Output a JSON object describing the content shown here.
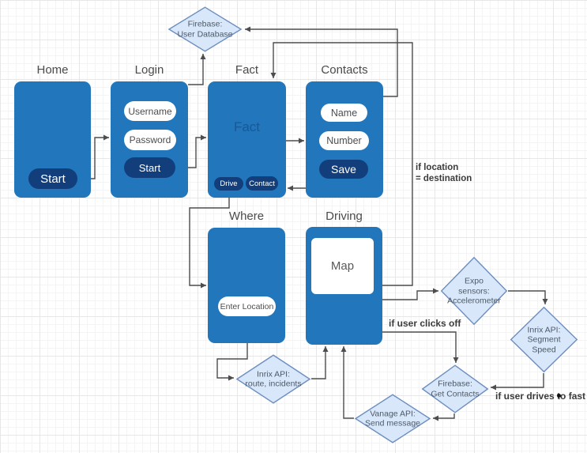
{
  "colors": {
    "screen_fill": "#2176BC",
    "button_dark_fill": "#123F7B",
    "field_fill": "#FFFFFF",
    "diamond_fill": "#D9E7FA",
    "diamond_stroke": "#6C8EBF",
    "connector": "#4D4D4D",
    "title_text": "#4B4B4B",
    "edge_label_text": "#3C3C3C"
  },
  "screens": {
    "home": {
      "title": "Home",
      "start_button": "Start"
    },
    "login": {
      "title": "Login",
      "username_field": "Username",
      "password_field": "Password",
      "start_button": "Start"
    },
    "fact": {
      "title": "Fact",
      "body_label": "Fact",
      "drive_button": "Drive",
      "contact_button": "Contact"
    },
    "contacts": {
      "title": "Contacts",
      "name_field": "Name",
      "number_field": "Number",
      "save_button": "Save"
    },
    "where": {
      "title": "Where",
      "enter_location_field": "Enter Location"
    },
    "driving": {
      "title": "Driving",
      "map_label": "Map"
    }
  },
  "diamonds": {
    "firebase_user_db": {
      "lines": [
        "Firebase:",
        "User Database"
      ]
    },
    "expo_sensors": {
      "lines": [
        "Expo",
        "sensors:",
        "Accelerometer"
      ]
    },
    "inrix_segment_speed": {
      "lines": [
        "Inrix API:",
        "Segment",
        "Speed"
      ]
    },
    "firebase_get_contacts": {
      "lines": [
        "Firebase:",
        "Get Contacts"
      ]
    },
    "vanage_send_message": {
      "lines": [
        "Vanage API:",
        "Send message"
      ]
    },
    "inrix_route_incidents": {
      "lines": [
        "Inrix API:",
        "route, incidents"
      ]
    }
  },
  "edge_labels": {
    "location_destination": {
      "lines": [
        "if location",
        "= destination"
      ]
    },
    "user_clicks_off": "if user clicks off",
    "user_drives_fast": "if user drives to fast"
  }
}
